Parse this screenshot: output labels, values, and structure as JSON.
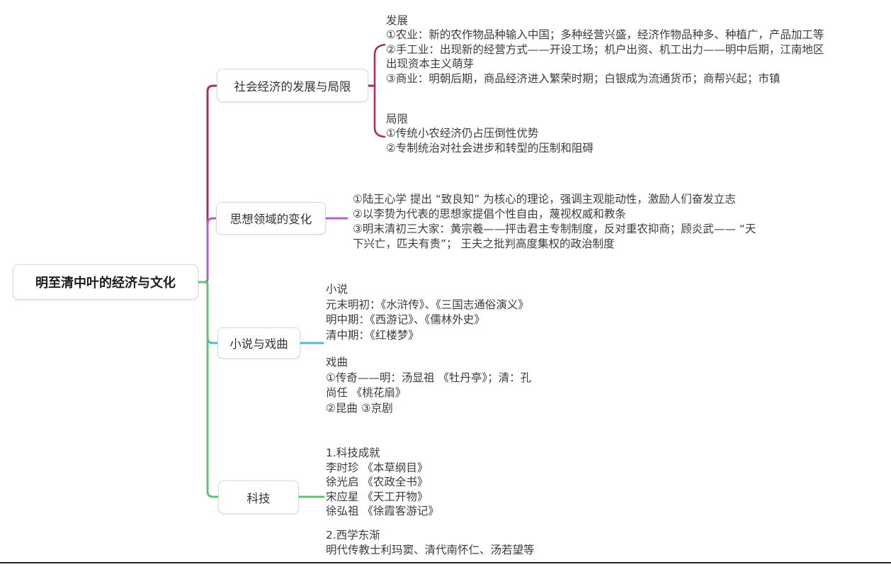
{
  "root": {
    "label": "明至清中叶的经济与文化"
  },
  "branches": {
    "economy": {
      "label": "社会经济的发展与局限",
      "color": "#ae2c5e"
    },
    "thought": {
      "label": "思想领域的变化",
      "color": "#ae62ce"
    },
    "novel_opera": {
      "label": "小说与戏曲",
      "color": "#58b4e4"
    },
    "technology": {
      "label": "科技",
      "color": "#68bf74"
    }
  },
  "blocks": {
    "development": {
      "lines": [
        "发展",
        "①农业：新的农作物品种输入中国；多种经营兴盛，经济作物品种多、种植广，产品加工等",
        "②手工业：出现新的经营方式——开设工场；机户出资、机工出力——明中后期，江南地区",
        "出现资本主义萌芽",
        "③商业：明朝后期，商品经济进入繁荣时期；白银成为流通货币；商帮兴起；市镇"
      ]
    },
    "limitation": {
      "lines": [
        "局限",
        "①传统小农经济仍占压倒性优势",
        "②专制统治对社会进步和转型的压制和阻碍"
      ]
    },
    "thought_points": {
      "lines": [
        "①陆王心学 提出 “致良知” 为核心的理论，强调主观能动性，激励人们奋发立志",
        "②以李贽为代表的思想家提倡个性自由，蔑视权威和教条",
        "③明末清初三大家：黄宗羲——抨击君主专制制度，反对重农抑商；顾炎武—— “天",
        "下兴亡，匹夫有责”； 王夫之批判高度集权的政治制度"
      ]
    },
    "novel": {
      "lines": [
        "小说",
        "元末明初：《水浒传》、《三国志通俗演义》",
        "明中期：《西游记》、《儒林外史》",
        "清中期：《红楼梦》"
      ]
    },
    "opera": {
      "lines": [
        "戏曲",
        "①传奇——明：汤显祖 《牡丹亭》；清：孔",
        "尚任 《桃花扇》",
        "②昆曲 ③京剧"
      ]
    },
    "tech_achievements": {
      "lines": [
        "1.科技成就",
        "李时珍 《本草纲目》",
        "徐光启 《农政全书》",
        "宋应星 《天工开物》",
        "徐弘祖 《徐霞客游记》"
      ]
    },
    "western_learning": {
      "lines": [
        "2.西学东渐",
        "明代传教士利玛窦、清代南怀仁、汤若望等"
      ]
    }
  }
}
